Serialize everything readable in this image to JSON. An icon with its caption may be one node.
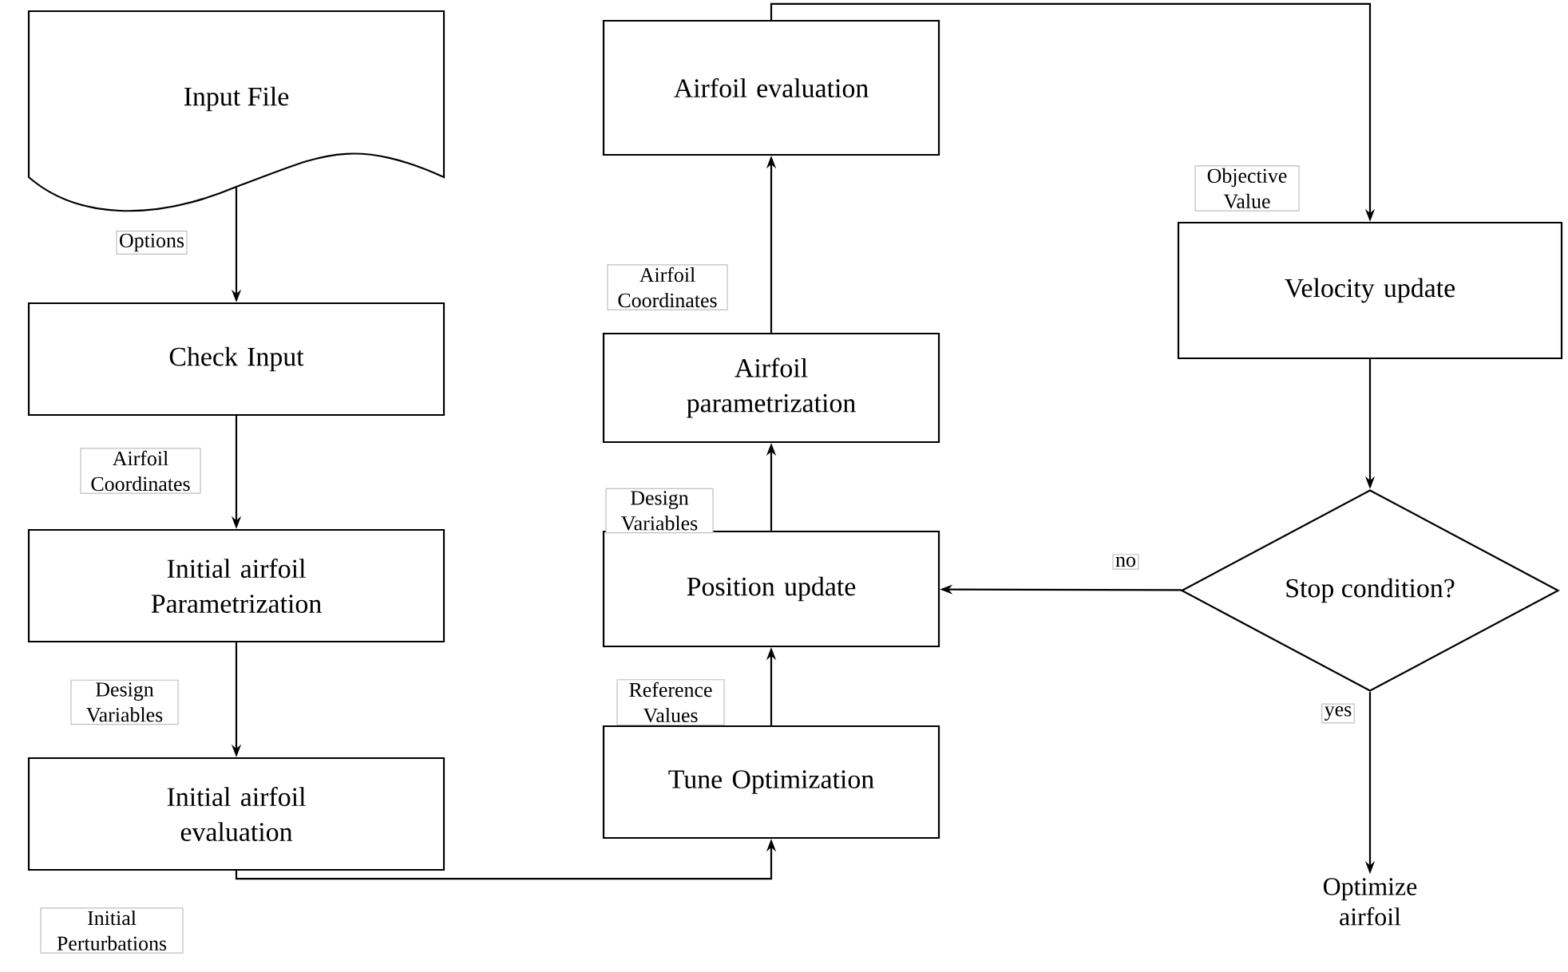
{
  "diagram": {
    "nodes": [
      {
        "text": [
          "Input File"
        ]
      },
      {
        "text": [
          "Check Input"
        ]
      },
      {
        "text": [
          "Initial airfoil Parametrization"
        ]
      },
      {
        "text": [
          "Initial airfoil evaluation"
        ]
      },
      {
        "text": [
          "Tune Optimization"
        ]
      },
      {
        "text": [
          "Position update"
        ]
      },
      {
        "text": [
          "Airfoil parametrization"
        ]
      },
      {
        "text": [
          "Airfoil evaluation"
        ]
      },
      {
        "text": [
          "Velocity update"
        ]
      },
      {
        "text": [
          "Stop condition?"
        ]
      },
      {
        "text": [
          "Optimize airfoil"
        ]
      }
    ],
    "edges": [
      {
        "from": 0,
        "to": 1,
        "arrow": "to",
        "label": "Options"
      },
      {
        "from": 1,
        "to": 2,
        "arrow": "to",
        "label": "Airfoil Coordinates"
      },
      {
        "from": 2,
        "to": 3,
        "arrow": "to",
        "label": "Design Variables"
      },
      {
        "from": 3,
        "to": 4,
        "arrow": "to",
        "label": "Initial Perturbations"
      },
      {
        "from": 4,
        "to": 5,
        "arrow": "to",
        "label": "Reference Values"
      },
      {
        "from": 5,
        "to": 6,
        "arrow": "to",
        "label": "Design Variables"
      },
      {
        "from": 6,
        "to": 7,
        "arrow": "to",
        "label": "Airfoil Coordinates"
      },
      {
        "from": 7,
        "to": 8,
        "arrow": "to",
        "label": "Objective Value"
      },
      {
        "from": 8,
        "to": 9,
        "arrow": "to"
      },
      {
        "from": 9,
        "to": 5,
        "arrow": "to",
        "label": "no"
      },
      {
        "from": 9,
        "to": 10,
        "arrow": "to",
        "label": "yes"
      }
    ]
  }
}
